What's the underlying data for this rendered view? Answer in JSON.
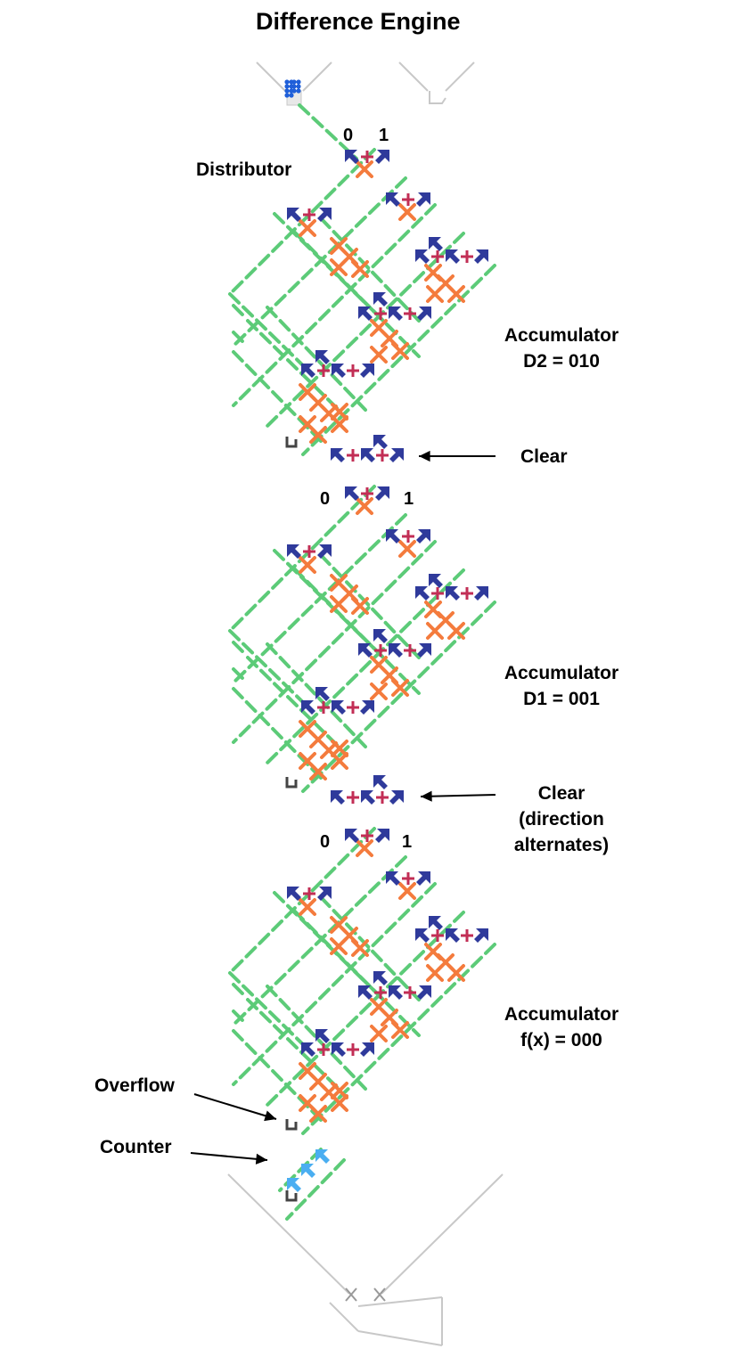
{
  "title": "Difference Engine",
  "labels": {
    "distributor": "Distributor",
    "bit_zero": "0",
    "bit_one": "1",
    "clear": "Clear",
    "overflow": "Overflow",
    "counter": "Counter"
  },
  "accumulators": [
    {
      "heading": "Accumulator",
      "value": "D2 = 010"
    },
    {
      "heading": "Accumulator",
      "value": "D1 = 001"
    },
    {
      "heading": "Accumulator",
      "value": "f(x) = 000"
    }
  ],
  "clear_alternate": {
    "line1": "Clear",
    "line2": "(direction",
    "line3": "alternates)"
  },
  "colors": {
    "track": "#5ccb78",
    "crossover": "#f47b3d",
    "bit_piece": "#2f3a9b",
    "gear": "#c22e55",
    "counter_piece": "#4aaef1",
    "ball": "#1f5fd9",
    "frame": "#c8c8c8",
    "interceptor": "#444444"
  }
}
